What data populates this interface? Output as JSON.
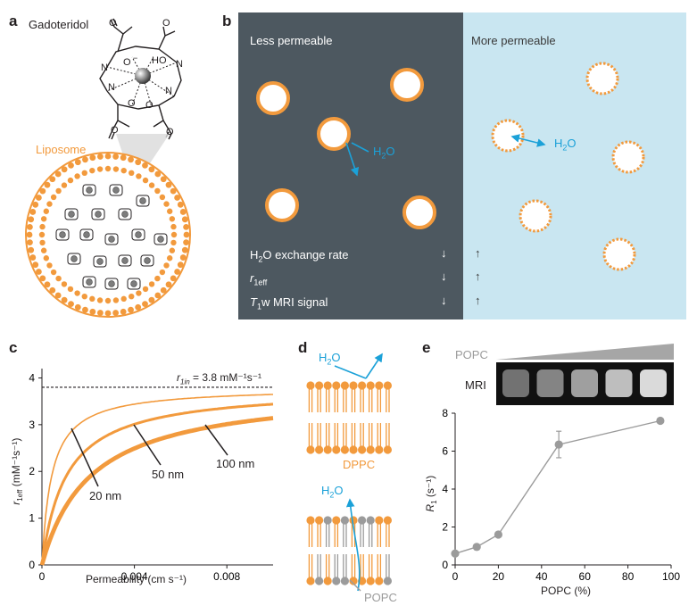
{
  "panel_a": {
    "letter": "a",
    "molecule_name": "Gadoteridol",
    "liposome_label": "Liposome",
    "atoms": {
      "o": "O",
      "o_minus": "O",
      "minus": "−",
      "ho": "HO",
      "n": "N"
    }
  },
  "panel_b": {
    "letter": "b",
    "left_title": "Less permeable",
    "right_title": "More permeable",
    "water_base": "H",
    "water_sub": "2",
    "water_end": "O",
    "rows": [
      {
        "prefix": "H",
        "sub": "2",
        "suffix": "O exchange rate",
        "left_arrow": "↓",
        "right_arrow": "↑"
      },
      {
        "prefix": "r",
        "sub": "1eff",
        "suffix": "",
        "left_arrow": "↓",
        "right_arrow": "↑"
      },
      {
        "prefix": "T",
        "sub": "1",
        "suffix": "w MRI signal",
        "left_arrow": "↓",
        "right_arrow": "↑"
      }
    ]
  },
  "panel_c": {
    "letter": "c",
    "chart_data": {
      "type": "line",
      "xlabel": "Permeability (cm s⁻¹)",
      "ylabel_main": "r",
      "ylabel_sub": "1eff",
      "ylabel_units": " (mM⁻¹s⁻¹)",
      "xlim": [
        0,
        0.01
      ],
      "ylim": [
        0,
        4.2
      ],
      "x_ticks": [
        0,
        0.004,
        0.008
      ],
      "x_tick_labels": [
        "0",
        "0.004",
        "0.008"
      ],
      "y_ticks": [
        0,
        1,
        2,
        3,
        4
      ],
      "y_tick_labels": [
        "0",
        "1",
        "2",
        "3",
        "4"
      ],
      "asymptote": {
        "value": 3.8,
        "label_main": "r",
        "label_sub": "1in",
        "label_rest": " = 3.8 mM⁻¹s⁻¹"
      },
      "series": [
        {
          "name": "20 nm",
          "k": 0.00042,
          "stroke": 1.6
        },
        {
          "name": "50 nm",
          "k": 0.00105,
          "stroke": 3.0
        },
        {
          "name": "100 nm",
          "k": 0.0021,
          "stroke": 4.8
        }
      ],
      "color": "#f29a3d"
    }
  },
  "panel_d": {
    "letter": "d",
    "top_label": "DPPC",
    "bottom_label": "POPC",
    "water_base": "H",
    "water_sub": "2",
    "water_end": "O"
  },
  "panel_e": {
    "letter": "e",
    "gradient_label": "POPC",
    "mri_label": "MRI",
    "mri_wells": [
      0.3,
      0.4,
      0.55,
      0.72,
      0.88
    ],
    "chart_data": {
      "type": "scatter",
      "xlabel": "POPC (%)",
      "ylabel_main": "R",
      "ylabel_sub": "1",
      "ylabel_units": " (s⁻¹)",
      "xlim": [
        0,
        100
      ],
      "ylim": [
        0,
        8
      ],
      "x_ticks": [
        0,
        20,
        40,
        60,
        80,
        100
      ],
      "x_tick_labels": [
        "0",
        "20",
        "40",
        "60",
        "80",
        "100"
      ],
      "y_ticks": [
        0,
        2,
        4,
        6,
        8
      ],
      "y_tick_labels": [
        "0",
        "2",
        "4",
        "6",
        "8"
      ],
      "x": [
        0,
        10,
        20,
        48,
        95
      ],
      "y": [
        0.6,
        0.95,
        1.6,
        6.35,
        7.6
      ],
      "err": [
        0,
        0,
        0,
        0.7,
        0
      ],
      "color": "#9b9b9b"
    }
  },
  "colors": {
    "orange": "#f29a3d",
    "cyan": "#1ba1d8",
    "slate": "#4d5860",
    "lightblue": "#c9e6f1",
    "grey": "#9b9b9b"
  }
}
